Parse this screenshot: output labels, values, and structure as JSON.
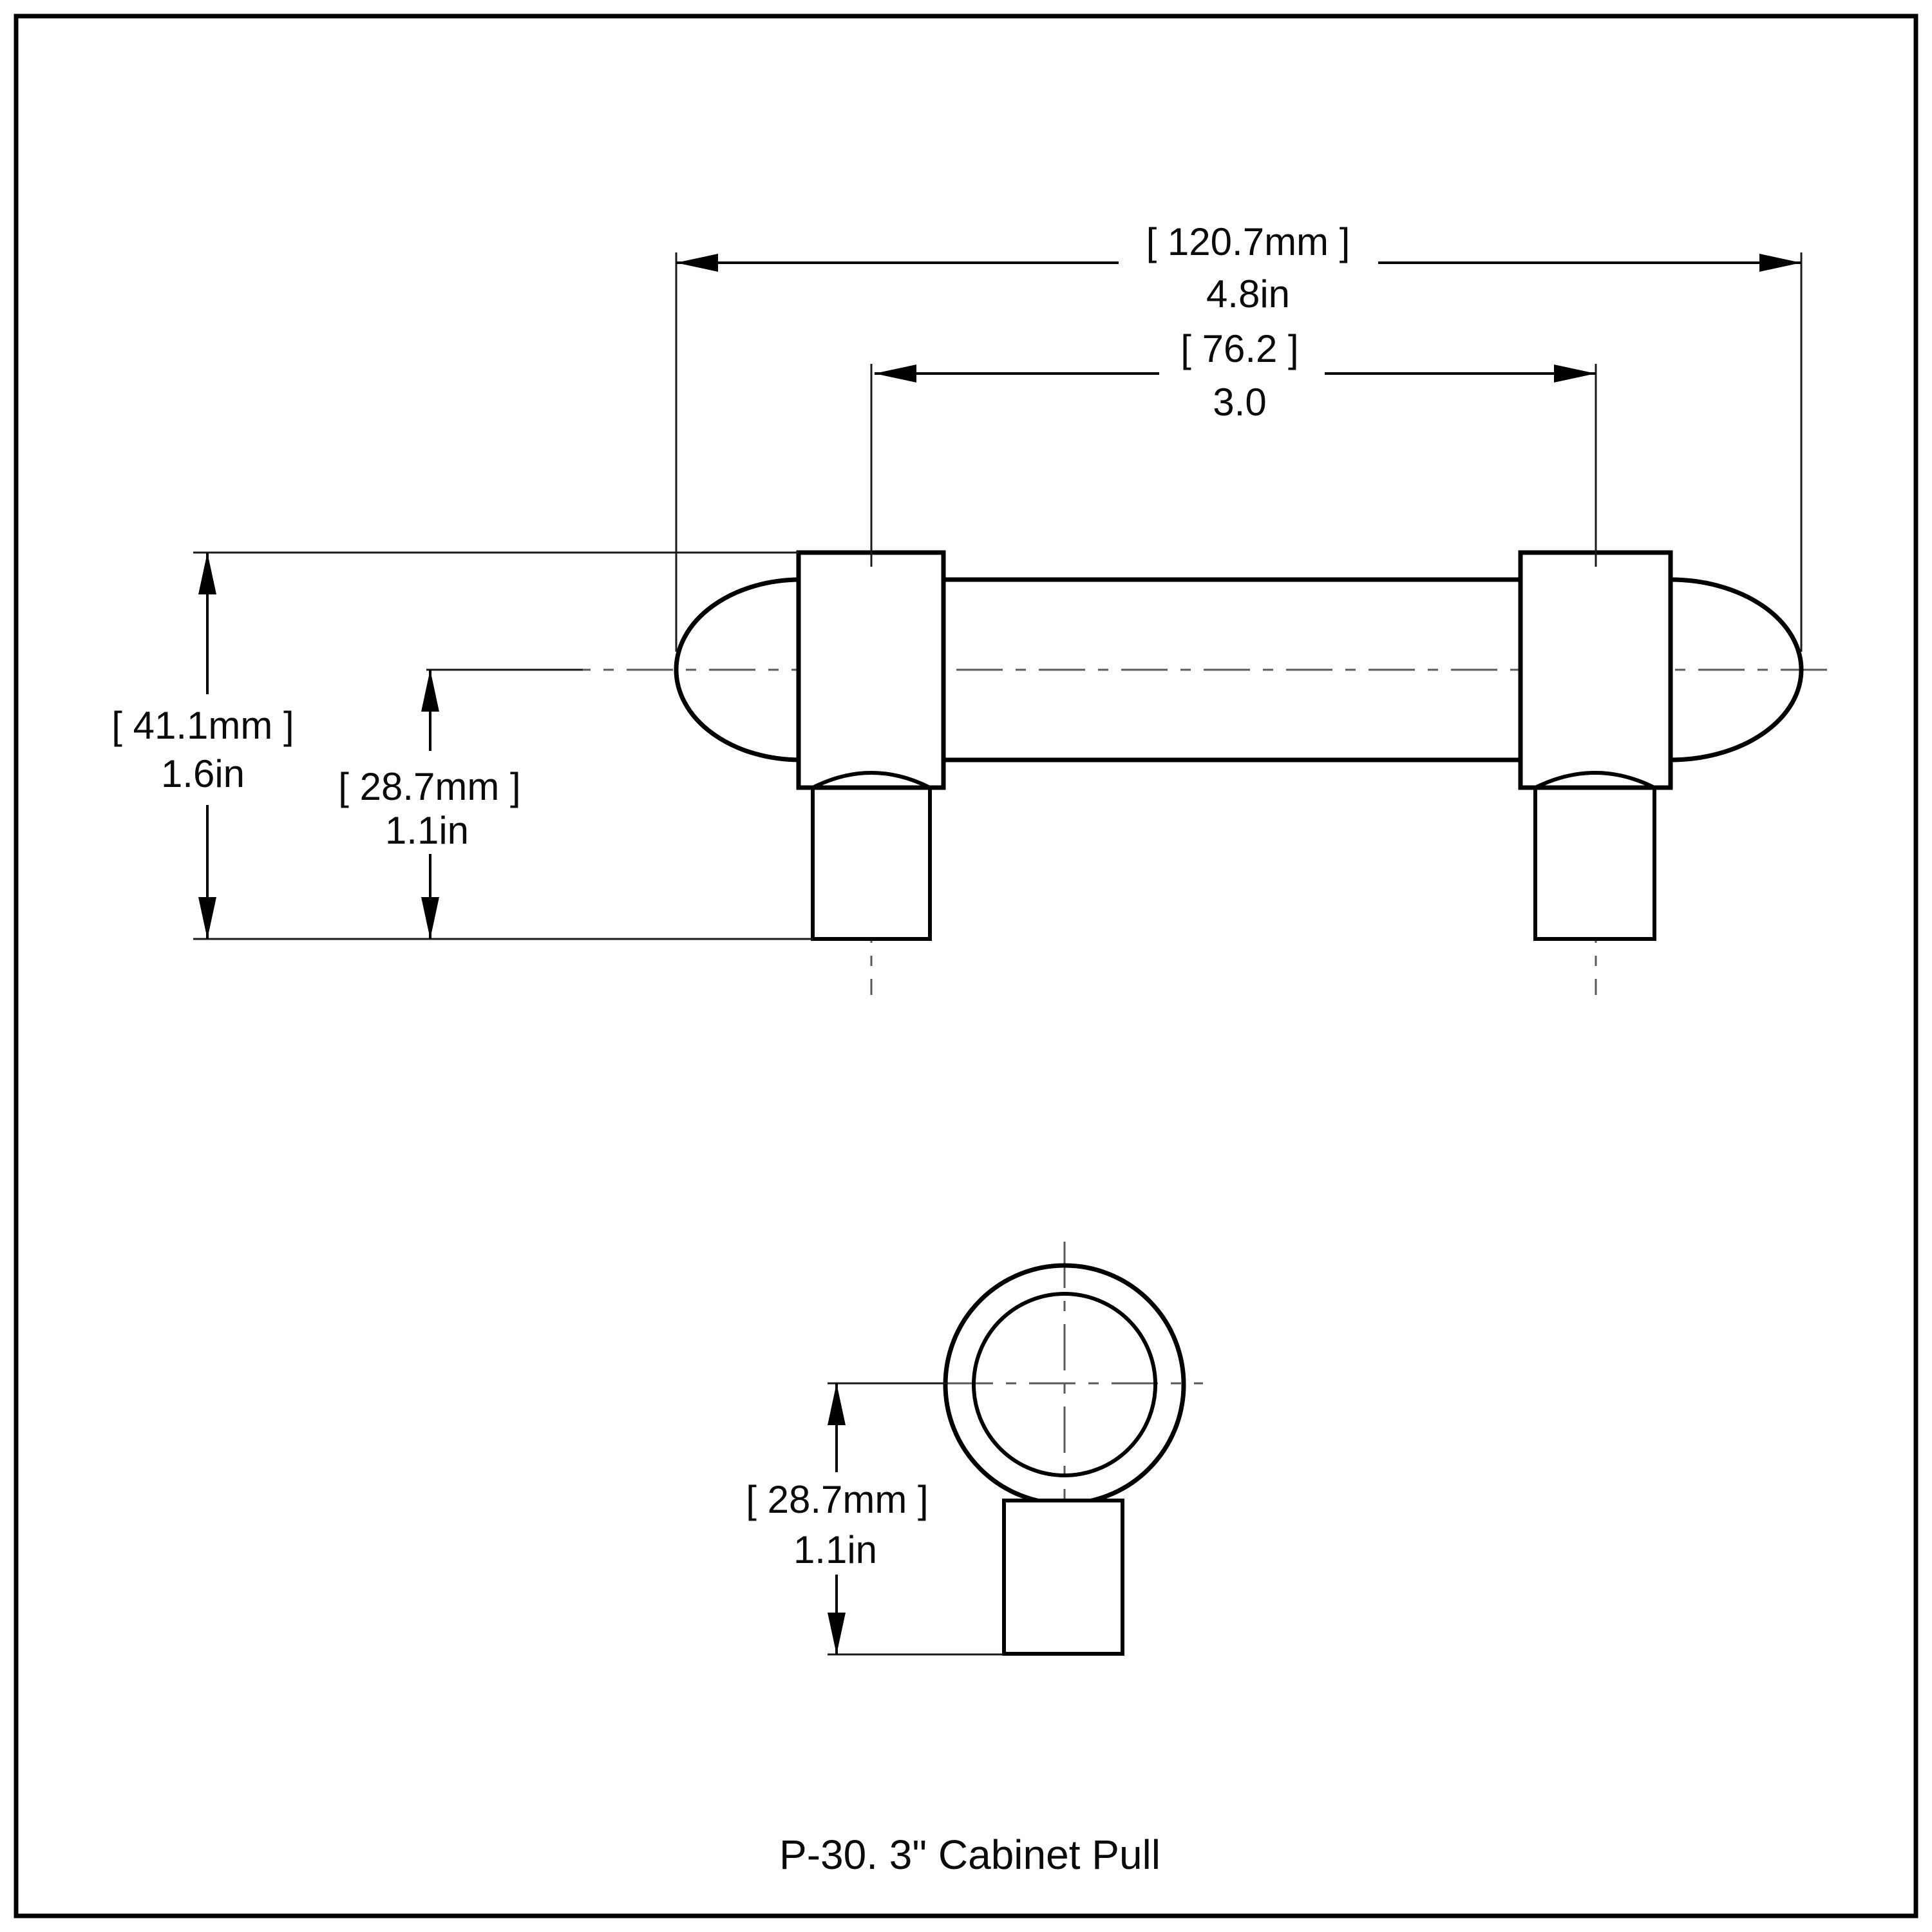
{
  "drawing": {
    "caption": "P-30. 3\" Cabinet Pull",
    "colors": {
      "line": "#000000",
      "centerline": "#5a5a5a",
      "background": "#ffffff"
    },
    "front_view": {
      "dim_overall_length": {
        "metric": "[ 120.7mm ]",
        "imperial": "4.8in"
      },
      "dim_center_to_center": {
        "metric": "[ 76.2 ]",
        "imperial": "3.0"
      },
      "dim_overall_height": {
        "metric": "[ 41.1mm ]",
        "imperial": "1.6in"
      },
      "dim_projection": {
        "metric": "[ 28.7mm ]",
        "imperial": "1.1in"
      }
    },
    "section_view": {
      "dim_projection": {
        "metric": "[ 28.7mm ]",
        "imperial": "1.1in"
      }
    }
  }
}
